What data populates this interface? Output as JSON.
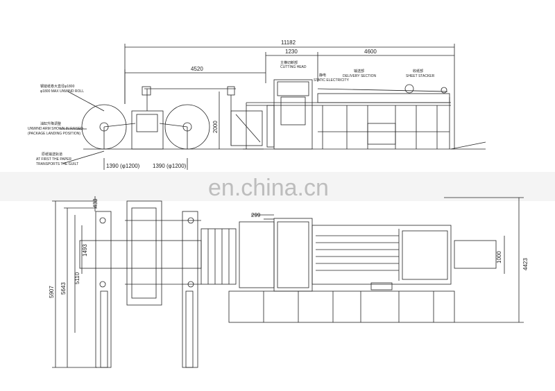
{
  "drawing": {
    "dimensions": {
      "total_length": "11182",
      "cutting_section": "1230",
      "delivery_section": "4600",
      "unwind_section": "4520",
      "height": "2000",
      "roll_left": "1390 (φ1200)",
      "roll_right": "1390 (φ1200)",
      "offset_433": "433",
      "offset_299": "299",
      "width_1493": "1493",
      "width_5110": "5110",
      "width_5643": "5643",
      "width_5907": "5907",
      "sheet_width": "1000",
      "stacker_width": "4423"
    },
    "labels": {
      "roll_cn": "钢锭纸卷大直径φ1800",
      "roll_en": "φ1800 MAX UNWIND ROLL",
      "arm_cn": "油缸升降调整",
      "arm_en1": "UNWIND ARM SHOWN IN RAISED",
      "arm_en2": "(PACKAGE LANDING POSITION)",
      "transport_cn": "原纸输送轨道",
      "transport_en1": "AT FIRST THE PAPER",
      "transport_en2": "TRANSPORTS THE GUILT",
      "cutting_cn": "主横切断部",
      "cutting_en": "CUTTING HEAD",
      "static_cn": "静电",
      "static_en": "STATIC ELECTRICITY",
      "delivery_cn": "输送部",
      "delivery_en": "DELIVERY SECTION",
      "stacker_cn": "收纸部",
      "stacker_en": "SHEET STACKER"
    },
    "watermark": "en.china.cn"
  }
}
